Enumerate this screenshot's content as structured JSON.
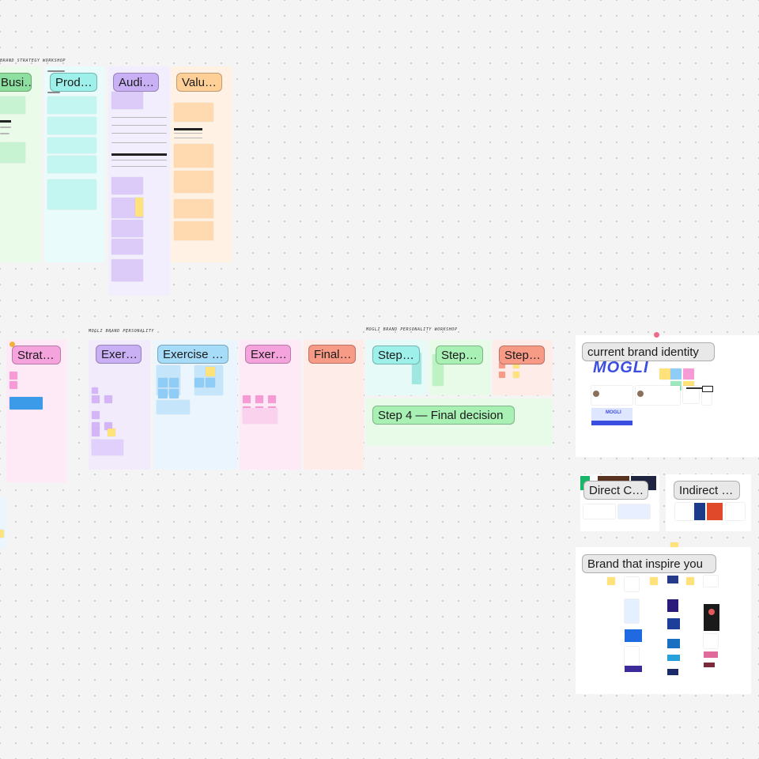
{
  "board": {
    "sections": {
      "brand_strategy": "Brand Strategy Workshop",
      "brand_personality": "Mogli Brand Personality",
      "brand_personality_workshop": "Mogli Brand Personality Workshop"
    },
    "top_frames": [
      {
        "label": "Busi…",
        "color": "#8ee0a1"
      },
      {
        "label": "Prod…",
        "color": "#9ef0ea"
      },
      {
        "label": "Audi…",
        "color": "#c9b0f5"
      },
      {
        "label": "Valu…",
        "color": "#ffcf98"
      }
    ],
    "middle_frames": [
      {
        "label": "Strat…",
        "color": "#f5a3dd"
      },
      {
        "label": "Exer…",
        "color": "#c9b0f5"
      },
      {
        "label": "Exercise …",
        "color": "#a6dcf8"
      },
      {
        "label": "Exer…",
        "color": "#f5a3dd"
      },
      {
        "label": "Final…",
        "color": "#f79a86"
      },
      {
        "label": "Step…",
        "color": "#9ef0ea"
      },
      {
        "label": "Step…",
        "color": "#a9f0b4"
      },
      {
        "label": "Step…",
        "color": "#f79a86"
      },
      {
        "label": "Step 4 — Final decision",
        "color": "#a9f0b4"
      }
    ],
    "right_frames": [
      {
        "label": "current brand identity"
      },
      {
        "label": "Direct C…"
      },
      {
        "label": "Indirect …"
      },
      {
        "label": "Brand that inspire you"
      }
    ],
    "brand_logo": "MOGLI",
    "brand_logo_small": "MOGLI"
  },
  "colors": {
    "canvas_bg": "#f4f4f4",
    "sticky_yellow": "#ffe27a",
    "sticky_purple": "#d4b6f7",
    "sticky_pink": "#f79bd6",
    "sticky_blue": "#8fcdf7",
    "brand_blue": "#3b4ee0"
  }
}
